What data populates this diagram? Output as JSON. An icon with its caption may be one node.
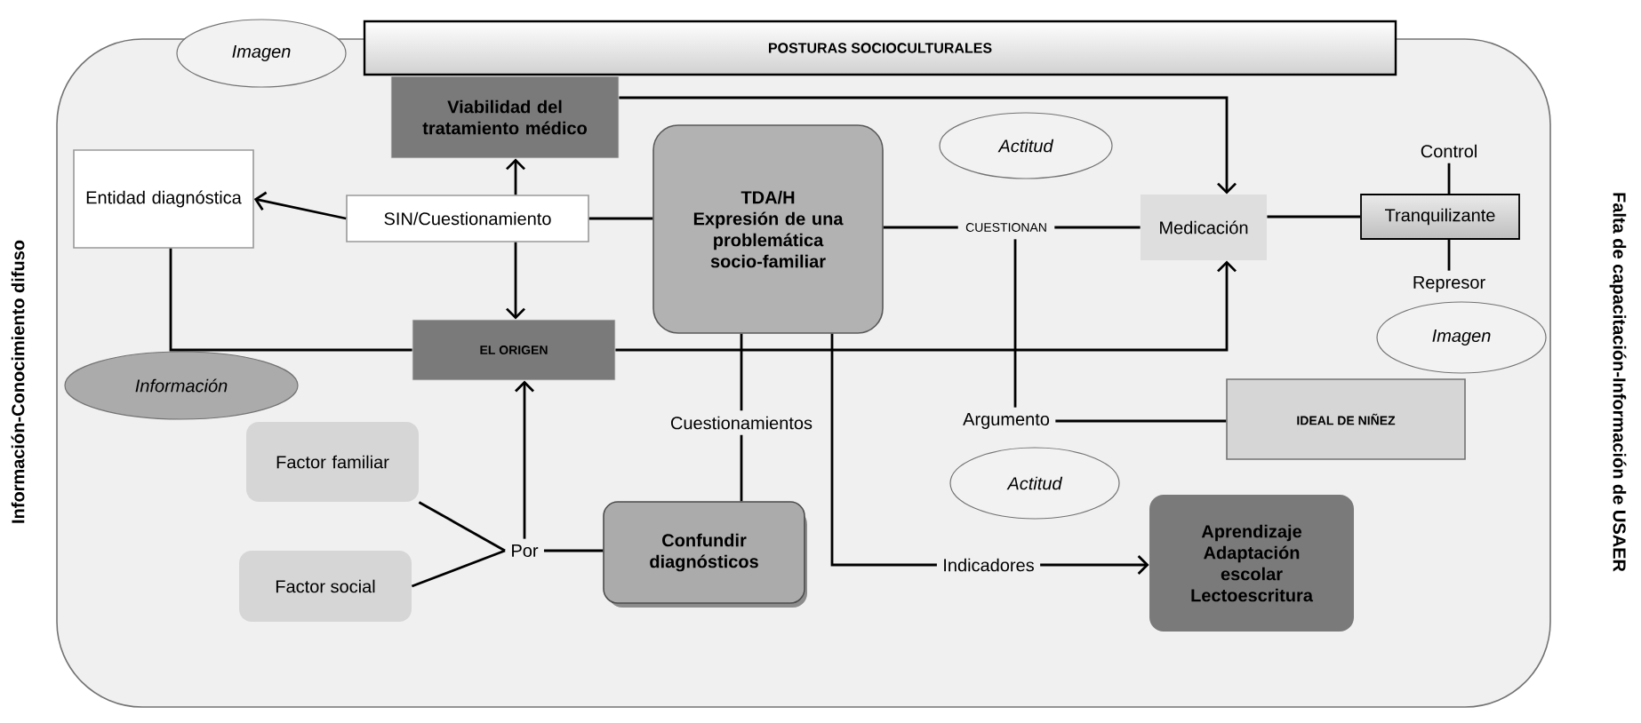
{
  "diagram": {
    "nodes": [
      {
        "text": [
          "POSTURAS SOCIOCULTURALES"
        ]
      },
      {
        "text": [
          "Imagen"
        ]
      },
      {
        "text": [
          "Viabilidad del tratamiento médico"
        ]
      },
      {
        "text": [
          "Entidad diagnóstica"
        ]
      },
      {
        "text": [
          "SIN/Cuestionamiento"
        ]
      },
      {
        "text": [
          "TDA/H",
          "Expresión de una problemática socio-familiar"
        ]
      },
      {
        "text": [
          "Actitud"
        ]
      },
      {
        "text": [
          "CUESTIONAN"
        ]
      },
      {
        "text": [
          "Medicación"
        ]
      },
      {
        "text": [
          "Tranquilizante"
        ]
      },
      {
        "text": [
          "Control"
        ]
      },
      {
        "text": [
          "Represor"
        ]
      },
      {
        "text": [
          "Imagen"
        ]
      },
      {
        "text": [
          "EL ORIGEN"
        ]
      },
      {
        "text": [
          "Información"
        ]
      },
      {
        "text": [
          "Cuestionamientos"
        ]
      },
      {
        "text": [
          "Factor familiar"
        ]
      },
      {
        "text": [
          "Factor social"
        ]
      },
      {
        "text": [
          "Por"
        ]
      },
      {
        "text": [
          "Confundir diagnósticos"
        ]
      },
      {
        "text": [
          "Argumento"
        ]
      },
      {
        "text": [
          "IDEAL DE NIÑEZ"
        ]
      },
      {
        "text": [
          "Actitud"
        ]
      },
      {
        "text": [
          "Indicadores"
        ]
      },
      {
        "text": [
          "Aprendizaje Adaptación escolar Lectoescritura"
        ]
      }
    ],
    "edges": [
      {
        "from": 4,
        "to": 3,
        "arrow": "to"
      },
      {
        "from": 4,
        "to": 2,
        "arrow": "to"
      },
      {
        "from": 4,
        "to": 13,
        "arrow": "to"
      },
      {
        "from": 5,
        "to": 4,
        "arrow": "none"
      },
      {
        "from": 3,
        "to": 13,
        "arrow": "none"
      },
      {
        "from": 13,
        "to": 8,
        "arrow": "to"
      },
      {
        "from": 2,
        "to": 8,
        "arrow": "to"
      },
      {
        "from": 5,
        "to": 7,
        "arrow": "none"
      },
      {
        "from": 7,
        "to": 8,
        "arrow": "none"
      },
      {
        "from": 7,
        "to": 20,
        "arrow": "none"
      },
      {
        "from": 20,
        "to": 21,
        "arrow": "none"
      },
      {
        "from": 8,
        "to": 9,
        "arrow": "none"
      },
      {
        "from": 10,
        "to": 9,
        "arrow": "none"
      },
      {
        "from": 9,
        "to": 11,
        "arrow": "none"
      },
      {
        "from": 5,
        "to": 15,
        "arrow": "none"
      },
      {
        "from": 15,
        "to": 19,
        "arrow": "none"
      },
      {
        "from": 16,
        "to": 18,
        "arrow": "none"
      },
      {
        "from": 17,
        "to": 18,
        "arrow": "none"
      },
      {
        "from": 18,
        "to": 13,
        "arrow": "to"
      },
      {
        "from": 18,
        "to": 19,
        "arrow": "none"
      },
      {
        "from": 5,
        "to": 23,
        "arrow": "none"
      },
      {
        "from": 23,
        "to": 24,
        "arrow": "to"
      }
    ],
    "labels": [
      "Información-Conocimiento difuso",
      "Falta de capacitación-Información de USAER"
    ]
  }
}
